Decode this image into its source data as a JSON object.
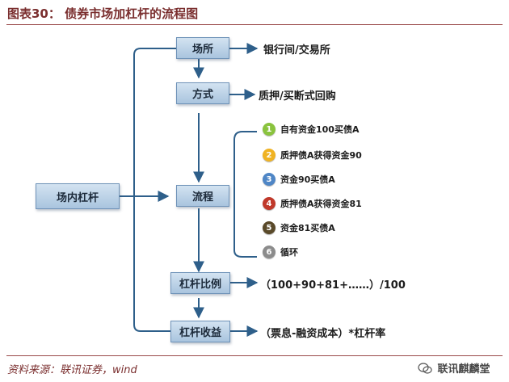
{
  "header": {
    "title": "图表30： 债券市场加杠杆的流程图"
  },
  "diagram": {
    "root": "场内杠杆",
    "nodes": [
      {
        "label": "场所",
        "detail": "银行间/交易所"
      },
      {
        "label": "方式",
        "detail": "质押/买断式回购"
      },
      {
        "label": "流程",
        "detail": ""
      },
      {
        "label": "杠杆比例",
        "detail": "（100+90+81+……）/100"
      },
      {
        "label": "杠杆收益",
        "detail": "（票息-融资成本）*杠杆率"
      }
    ],
    "steps": [
      {
        "num": "1",
        "text": "自有资金100买债A",
        "color": "#8ac33e"
      },
      {
        "num": "2",
        "text": "质押债A获得资金90",
        "color": "#f0b323"
      },
      {
        "num": "3",
        "text": "资金90买债A",
        "color": "#4f86c6"
      },
      {
        "num": "4",
        "text": "质押债A获得资金81",
        "color": "#c0392b"
      },
      {
        "num": "5",
        "text": "资金81买债A",
        "color": "#5a4a2a"
      },
      {
        "num": "6",
        "text": "循环",
        "color": "#8c8c8c"
      }
    ]
  },
  "footer": {
    "source": "资料来源：联讯证券，wind",
    "watermark": "联讯麒麟堂"
  },
  "colors": {
    "title": "#7a2e2e",
    "box_fill": "#bcd3ea",
    "connector": "#2e5f8a"
  }
}
